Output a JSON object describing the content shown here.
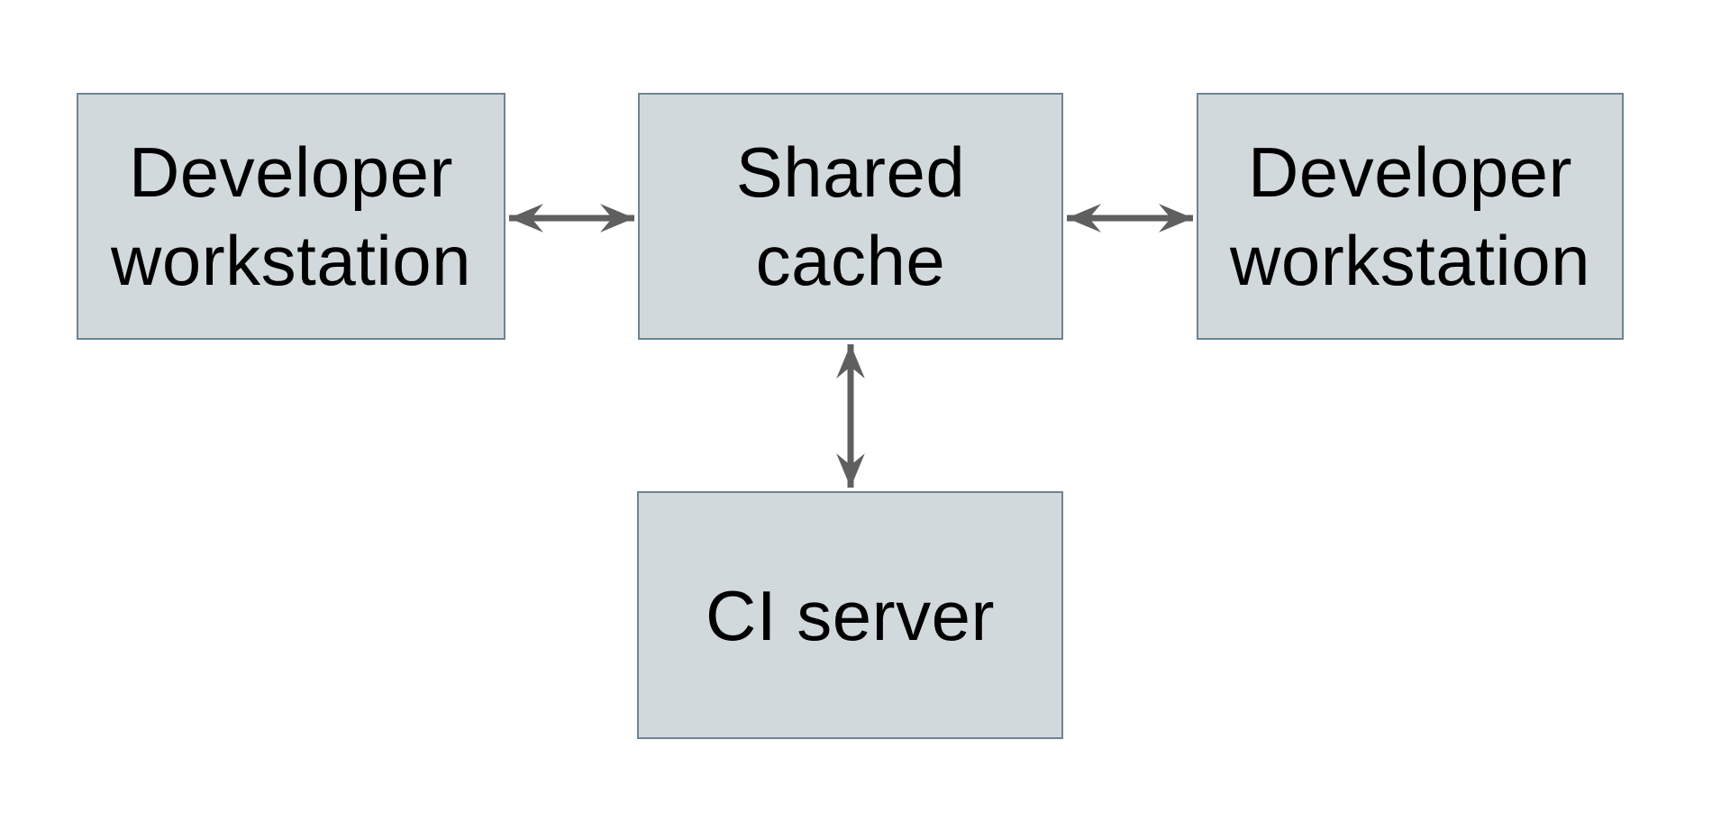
{
  "diagram": {
    "type": "architecture-diagram",
    "nodes": [
      {
        "id": "developer-workstation-left",
        "label": "Developer workstation"
      },
      {
        "id": "shared-cache",
        "label": "Shared cache"
      },
      {
        "id": "developer-workstation-right",
        "label": "Developer workstation"
      },
      {
        "id": "ci-server",
        "label": "CI server"
      }
    ],
    "edges": [
      {
        "from": "developer-workstation-left",
        "to": "shared-cache",
        "direction": "bidirectional"
      },
      {
        "from": "shared-cache",
        "to": "developer-workstation-right",
        "direction": "bidirectional"
      },
      {
        "from": "shared-cache",
        "to": "ci-server",
        "direction": "bidirectional"
      }
    ],
    "colors": {
      "background": "#ffffff",
      "node_fill": "#d2d9dc",
      "node_border": "#6e8492",
      "text": "#000000",
      "arrow": "#5f5f5f"
    }
  }
}
